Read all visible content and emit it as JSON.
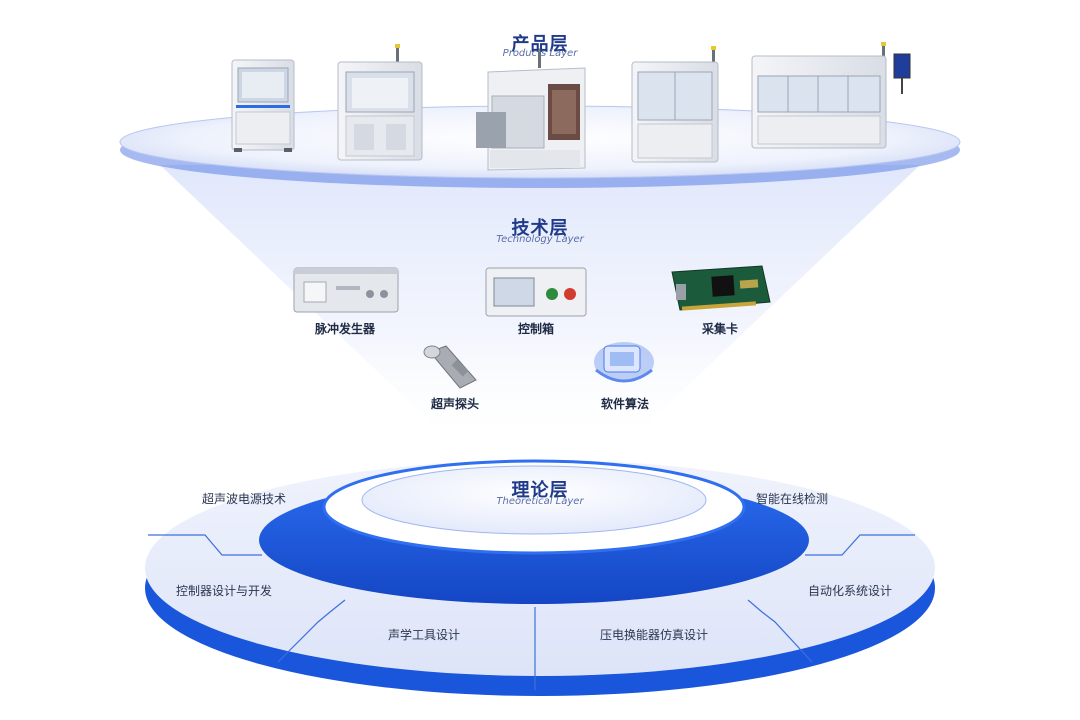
{
  "colors": {
    "primary_blue": "#1a5fe0",
    "title_blue": "#1f3a8a",
    "light_platform": "#e9edfb"
  },
  "layers": {
    "products": {
      "title": "产品层",
      "subtitle": "Products Layer"
    },
    "technology": {
      "title": "技术层",
      "subtitle": "Technology Layer"
    },
    "theory": {
      "title": "理论层",
      "subtitle": "Theoretical Layer"
    }
  },
  "products": [
    {
      "name": "equipment-1"
    },
    {
      "name": "equipment-2"
    },
    {
      "name": "equipment-3"
    },
    {
      "name": "equipment-4"
    },
    {
      "name": "equipment-5"
    }
  ],
  "technology_items": [
    {
      "label": "脉冲发生器",
      "icon": "pulse-generator-icon"
    },
    {
      "label": "控制箱",
      "icon": "control-box-icon"
    },
    {
      "label": "采集卡",
      "icon": "acquisition-card-icon"
    },
    {
      "label": "超声探头",
      "icon": "ultrasonic-probe-icon"
    },
    {
      "label": "软件算法",
      "icon": "software-algorithm-icon"
    }
  ],
  "theory_ring": [
    {
      "label": "超声波电源技术"
    },
    {
      "label": "控制器设计与开发"
    },
    {
      "label": "声学工具设计"
    },
    {
      "label": "压电换能器仿真设计"
    },
    {
      "label": "自动化系统设计"
    },
    {
      "label": "智能在线检测"
    }
  ]
}
